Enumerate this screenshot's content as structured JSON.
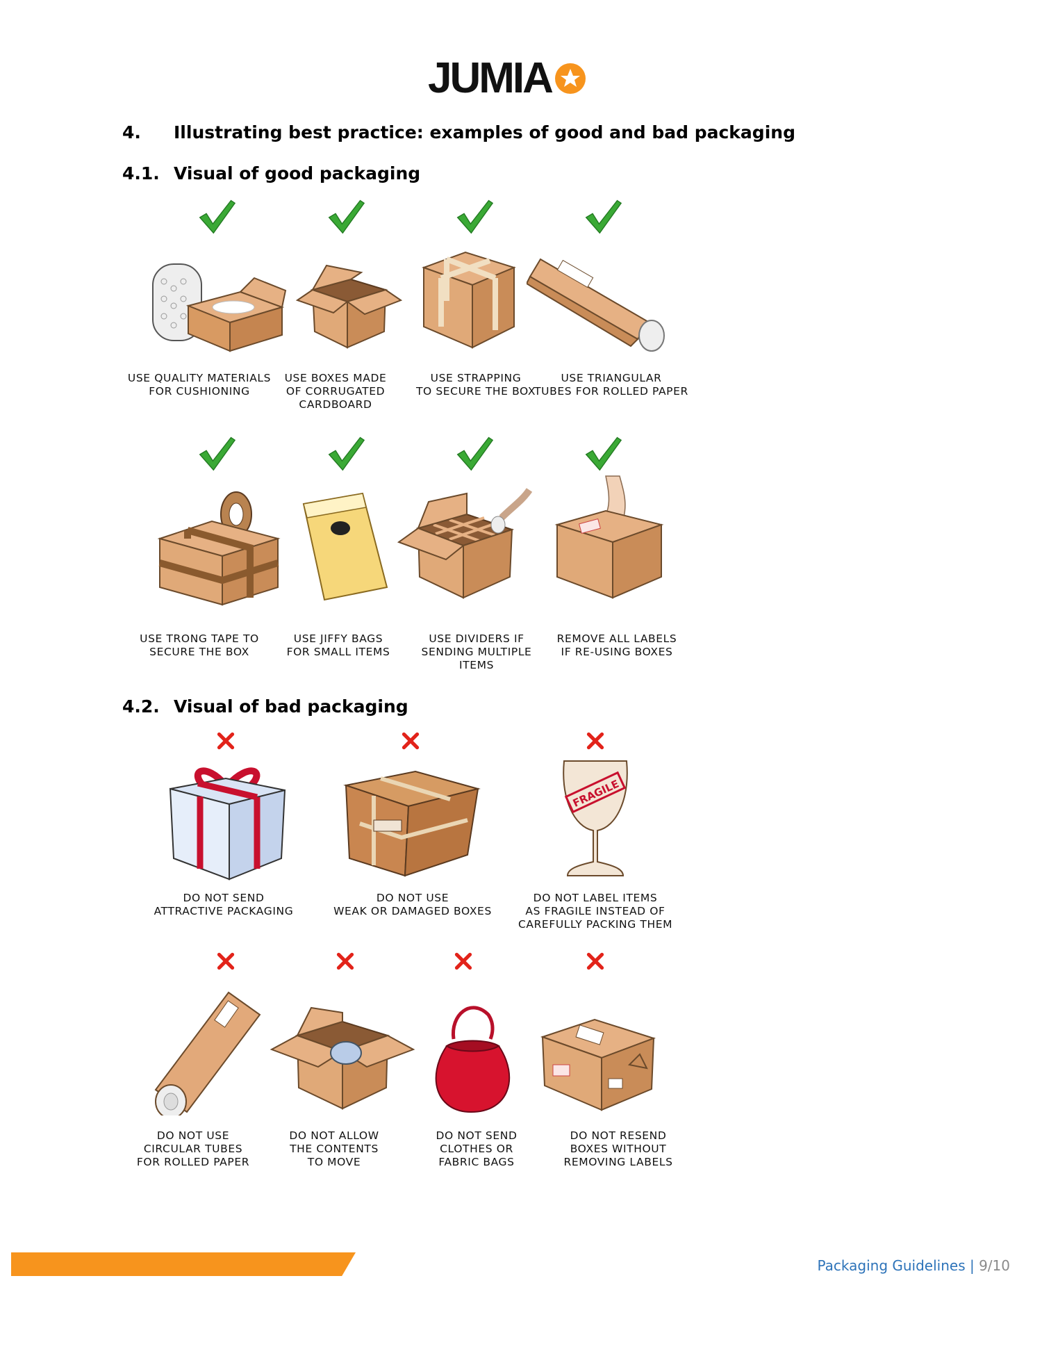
{
  "logo": {
    "text": "JUMIA",
    "icon": "star-badge-icon",
    "accent": "#f7941d"
  },
  "section4": {
    "number": "4.",
    "title": "Illustrating best practice: examples of good and bad packaging"
  },
  "section41": {
    "number": "4.1.",
    "title": "Visual of good packaging"
  },
  "section42": {
    "number": "4.2.",
    "title": "Visual of bad packaging"
  },
  "good": [
    {
      "caption": "USE QUALITY MATERIALS\nFOR CUSHIONING",
      "icon": "bubble-wrap-box-icon"
    },
    {
      "caption": "USE BOXES MADE\nOF CORRUGATED\nCARDBOARD",
      "icon": "open-box-icon"
    },
    {
      "caption": "USE STRAPPING\nTO SECURE THE BOX",
      "icon": "strapped-box-icon"
    },
    {
      "caption": "USE TRIANGULAR\nTUBES FOR ROLLED PAPER",
      "icon": "triangular-tube-icon"
    },
    {
      "caption": "USE TRONG TAPE TO\nSECURE THE BOX",
      "icon": "taped-box-icon"
    },
    {
      "caption": "USE JIFFY BAGS\nFOR SMALL ITEMS",
      "icon": "jiffy-bag-icon"
    },
    {
      "caption": "USE DIVIDERS IF\nSENDING MULTIPLE\nITEMS",
      "icon": "divider-box-icon"
    },
    {
      "caption": "REMOVE ALL LABELS\nIF RE-USING BOXES",
      "icon": "label-removal-box-icon"
    }
  ],
  "bad": [
    {
      "caption": "DO NOT SEND\nATTRACTIVE PACKAGING",
      "icon": "gift-box-icon"
    },
    {
      "caption": "DO NOT USE\nWEAK OR DAMAGED BOXES",
      "icon": "damaged-box-icon"
    },
    {
      "caption": "DO NOT LABEL ITEMS\nAS FRAGILE INSTEAD OF\nCAREFULLY PACKING THEM",
      "icon": "fragile-glass-icon",
      "stamp": "FRAGILE"
    },
    {
      "caption": "DO NOT USE\nCIRCULAR TUBES\nFOR ROLLED PAPER",
      "icon": "circular-tube-icon"
    },
    {
      "caption": "DO NOT ALLOW\nTHE CONTENTS\nTO MOVE",
      "icon": "loose-contents-box-icon"
    },
    {
      "caption": "DO NOT SEND\nCLOTHES OR\nFABRIC BAGS",
      "icon": "fabric-bag-icon"
    },
    {
      "caption": "DO NOT RESEND\nBOXES WITHOUT\nREMOVING LABELS",
      "icon": "labelled-box-icon"
    }
  ],
  "footer": {
    "title": "Packaging Guidelines",
    "separator": "|",
    "page": "9/10"
  },
  "colors": {
    "check": "#3aa935",
    "cross": "#e2231a",
    "cardboard": "#e0a978",
    "footer_bar": "#f7941d",
    "footer_text": "#2d73b9"
  }
}
